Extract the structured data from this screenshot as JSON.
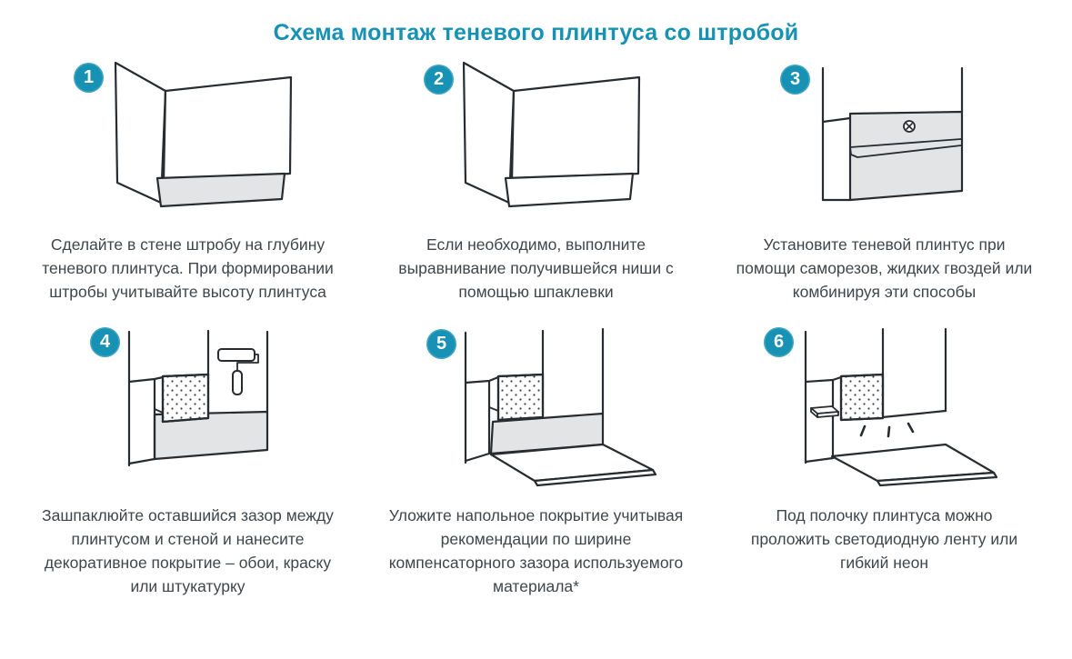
{
  "title": "Схема монтаж теневого плинтуса со штробой",
  "colors": {
    "accent_teal": "#1792b5",
    "outline": "#272c31",
    "panel_gray": "#e3e4e5",
    "caption_text": "#3f464b"
  },
  "steps": [
    {
      "number": "1",
      "illustration": "wall-corner-with-groove",
      "text": "Сделайте в стене штробу на глубину теневого плинтуса. При формировании штробы учитывайте высоту плинтуса"
    },
    {
      "number": "2",
      "illustration": "wall-corner-niche-puttied",
      "text": "Если необходимо, выполните выравнивание получившейся ниши с помощью шпаклевки"
    },
    {
      "number": "3",
      "illustration": "plinth-fastened-with-screw",
      "text": "Установите теневой плинтус при помощи саморезов, жидких гвоздей или комбинируя эти способы"
    },
    {
      "number": "4",
      "illustration": "putty-gap-and-paint-roller",
      "text": "Зашпаклюйте оставшийся зазор между плинтусом и стеной и нанесите декоративное покрытие – обои, краску или штукатурку"
    },
    {
      "number": "5",
      "illustration": "floor-covering-laid",
      "text": "Уложите напольное покрытие учитывая рекомендации по ширине компенсаторного зазора используемого материала*"
    },
    {
      "number": "6",
      "illustration": "led-strip-under-plinth-shelf",
      "text": "Под полочку плинтуса можно проложить светодиодную ленту или гибкий неон"
    }
  ]
}
